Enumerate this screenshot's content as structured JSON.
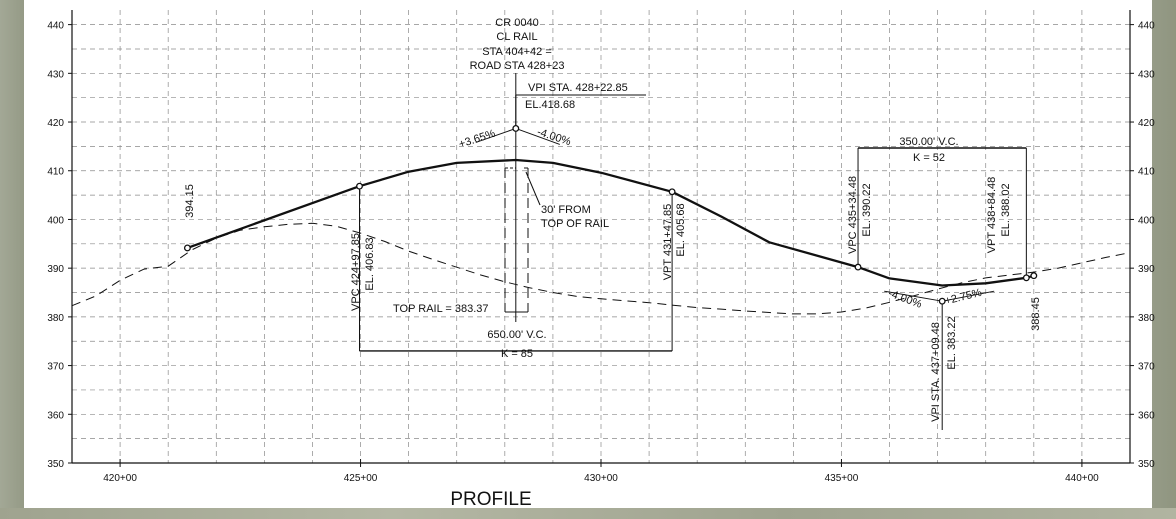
{
  "chart_data": {
    "type": "line",
    "title": "PROFILE",
    "xlabel": "",
    "ylabel": "",
    "x_format": "station",
    "xlim": [
      41900,
      44100
    ],
    "ylim": [
      350,
      443
    ],
    "grid": true,
    "x_ticks": [
      {
        "value": 42000,
        "label": "420+00"
      },
      {
        "value": 42500,
        "label": "425+00"
      },
      {
        "value": 43000,
        "label": "430+00"
      },
      {
        "value": 43500,
        "label": "435+00"
      },
      {
        "value": 44000,
        "label": "440+00"
      }
    ],
    "y_ticks": [
      350,
      360,
      370,
      380,
      390,
      400,
      410,
      420,
      430,
      440
    ],
    "series": [
      {
        "style": "solid",
        "x": [
          42140,
          42497.85,
          42600,
          42700,
          42822.85,
          42900,
          43000,
          43147.85,
          43250,
          43350,
          43534.48,
          43600,
          43709.48,
          43800,
          43884.48,
          43900
        ],
        "y": [
          394.15,
          406.83,
          409.8,
          411.6,
          412.2,
          411.6,
          409.6,
          405.68,
          400.6,
          395.3,
          390.22,
          387.9,
          386.45,
          386.9,
          388.02,
          388.45
        ]
      },
      {
        "style": "dashed",
        "x": [
          41900,
          41950,
          42000,
          42050,
          42100,
          42150,
          42200,
          42250,
          42300,
          42350,
          42400,
          42450,
          42500,
          42550,
          42600,
          42650,
          42700,
          42750,
          42800,
          42850,
          42900,
          42950,
          43000,
          43050,
          43100,
          43150,
          43200,
          43250,
          43300,
          43350,
          43400,
          43450,
          43500,
          43550,
          43600,
          43650,
          43700,
          43750,
          43800,
          43850,
          43900,
          43950,
          44000,
          44050,
          44100
        ],
        "y": [
          382.3,
          384.3,
          387.5,
          389.8,
          390.4,
          393.8,
          396.2,
          397.8,
          398.5,
          399.0,
          399.2,
          398.6,
          397.2,
          395.5,
          393.5,
          391.8,
          390.2,
          388.6,
          387.2,
          386.0,
          385.0,
          384.2,
          383.7,
          383.3,
          382.9,
          382.4,
          381.9,
          381.6,
          381.2,
          380.9,
          380.6,
          380.6,
          381.0,
          381.8,
          383.0,
          384.3,
          385.7,
          387.0,
          388.0,
          388.6,
          389.2,
          390.0,
          391.1,
          392.2,
          393.2
        ]
      }
    ],
    "points": [
      {
        "x": 42140,
        "y": 394.15
      },
      {
        "x": 42497.85,
        "y": 406.83
      },
      {
        "x": 42822.85,
        "y": 418.68
      },
      {
        "x": 43147.85,
        "y": 405.68
      },
      {
        "x": 43534.48,
        "y": 390.22
      },
      {
        "x": 43709.48,
        "y": 383.22
      },
      {
        "x": 43884.48,
        "y": 388.02
      },
      {
        "x": 43900,
        "y": 388.45
      }
    ],
    "annotations": {
      "header": [
        "CR 0040",
        "CL RAIL",
        "STA 404+42 =",
        "ROAD STA 428+23"
      ],
      "vpi1_sta": "VPI STA. 428+22.85",
      "vpi1_el": "EL.418.68",
      "grade_in_1": "+3.65%",
      "grade_out_1": "-4.00%",
      "clearance": [
        "30' FROM",
        "TOP OF RAIL"
      ],
      "top_rail": "TOP RAIL = 383.37",
      "vpc1_sta": "VPC 424+97.85",
      "vpc1_el": "EL. 406.83",
      "vpt1_sta": "VPT 431+47.85",
      "vpt1_el": "EL. 405.68",
      "vc1_length": "650.00'  V.C.",
      "vc1_k": "K = 85",
      "vc2_length": "350.00'  V.C.",
      "vc2_k": "K = 52",
      "vpc2_sta": "VPC 435+34.48",
      "vpc2_el": "EL. 390.22",
      "vpt2_sta": "VPT 438+84.48",
      "vpt2_el": "EL. 388.02",
      "grade_in_2": "-4.00%",
      "grade_out_2": "+2.75%",
      "vpi2_sta": "VPI STA. 437+09.48",
      "vpi2_el": "EL. 383.22",
      "begin_el": "394.15",
      "end_el": "388.45"
    }
  }
}
